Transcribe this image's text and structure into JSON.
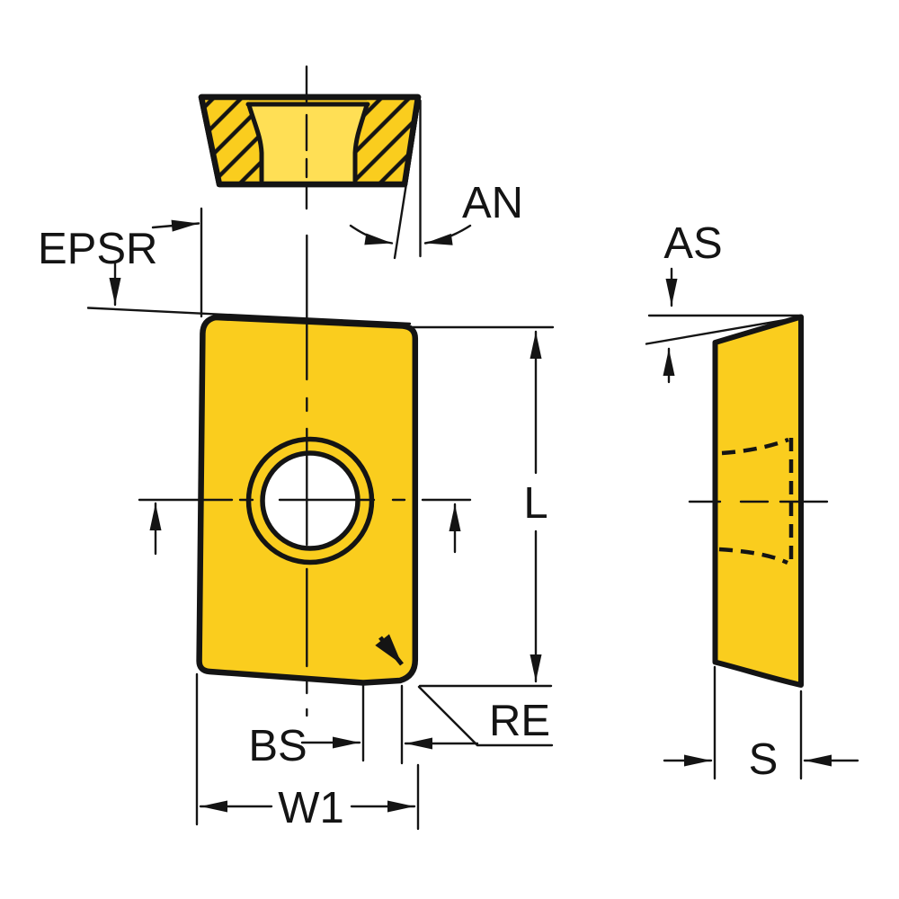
{
  "diagram": {
    "labels": {
      "epsr": "EPSR",
      "an": "AN",
      "as": "AS",
      "l": "L",
      "re": "RE",
      "bs": "BS",
      "w1": "W1",
      "s": "S"
    },
    "colors": {
      "insert_face": "#FACD1E",
      "countersink": "#FFDF55",
      "line": "#141414",
      "background": "#FFFFFF"
    }
  }
}
